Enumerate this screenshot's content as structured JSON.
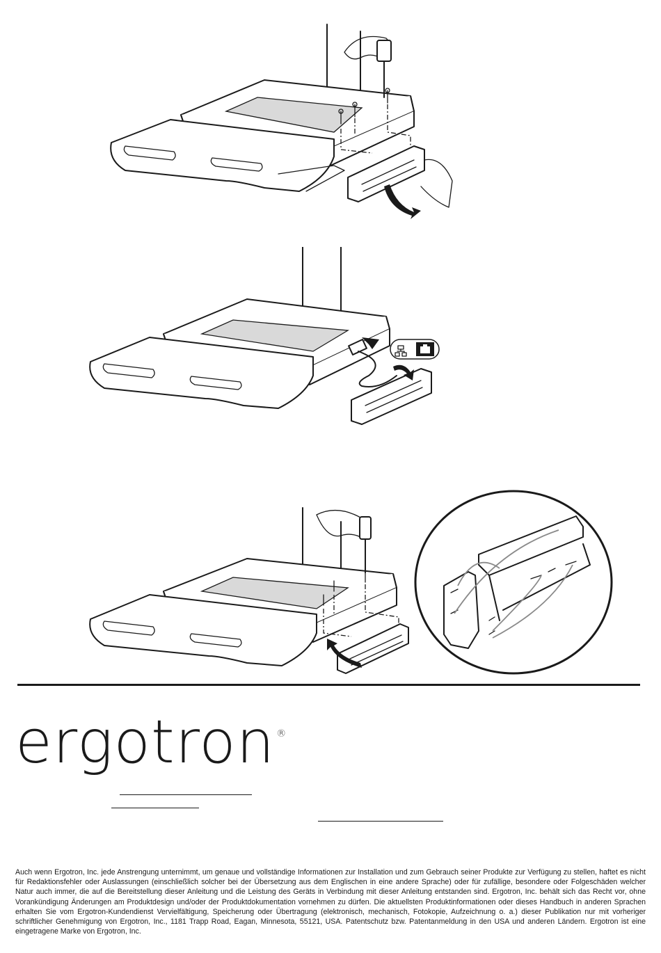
{
  "brand": {
    "logo_text": "ergotron",
    "registered_mark": "®"
  },
  "steps": [
    {
      "name": "remove-front-panel",
      "rotate_arrow": "clockwise-down"
    },
    {
      "name": "connect-network-cable",
      "icon": "network-port-icon"
    },
    {
      "name": "reattach-front-panel",
      "rotate_arrow": "counterclockwise-up"
    }
  ],
  "disclaimer": "Auch wenn Ergotron, Inc. jede Anstrengung unternimmt, um genaue und vollständige Informationen zur Installation und zum Gebrauch seiner Produkte zur Verfügung zu stellen, haftet es nicht für Redaktionsfehler oder Auslassungen (einschließlich solcher bei der Übersetzung aus dem Englischen in eine andere Sprache) oder für zufällige, besondere oder Folgeschäden welcher Natur auch immer, die auf die Bereitstellung dieser Anleitung und die Leistung des Geräts in Verbindung mit dieser Anleitung entstanden sind. Ergotron, Inc. behält sich das Recht vor, ohne Vorankündigung Änderungen am Produktdesign und/oder der Produktdokumentation vornehmen zu dürfen. Die aktuellsten Produktinformationen oder dieses Handbuch in anderen Sprachen erhalten Sie vom Ergotron-Kundendienst Vervielfältigung, Speicherung oder Übertragung (elektronisch, mechanisch, Fotokopie, Aufzeichnung o. a.) dieser Publikation nur mit vorheriger schriftlicher Genehmigung von Ergotron, Inc., 1181 Trapp Road, Eagan, Minnesota, 55121, USA. Patentschutz bzw. Patentanmeldung in den USA und anderen Ländern. Ergotron ist eine eingetragene Marke von Ergotron, Inc."
}
